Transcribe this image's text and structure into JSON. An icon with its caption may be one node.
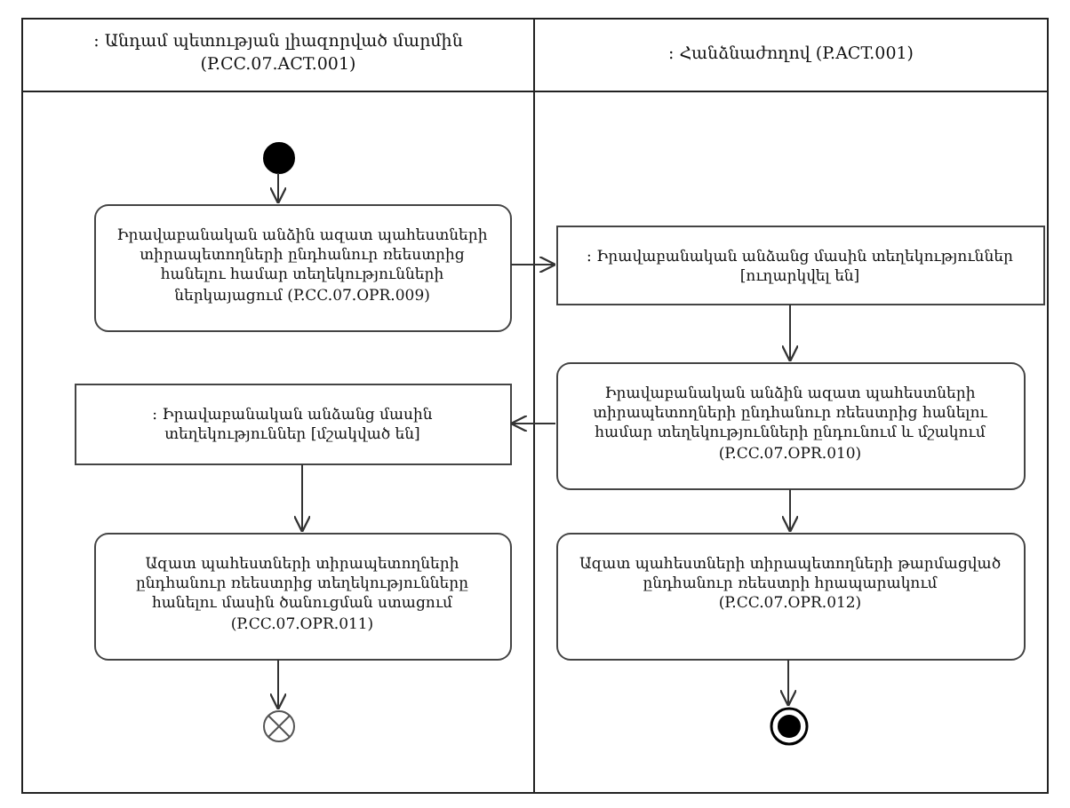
{
  "diagram": {
    "nodes": [
      {
        "text": [
          ": Անդամ պետության լիազորված մարմին (P.CC.07.ACT.001)"
        ]
      },
      {
        "text": [
          ": Հանձնաժողով (P.ACT.001)"
        ]
      },
      {
        "text": [],
        "shape": "circle",
        "in": 0
      },
      {
        "text": [
          "Իրավաբանական անձին ազատ պահեստների տիրապետողների ընդհանուր ռեեստրից հանելու համար տեղեկությունների ներկայացում (P.CC.07.OPR.009)"
        ],
        "in": 0
      },
      {
        "text": [
          ": Իրավաբանական անձանց մասին տեղեկություններ [ուղարկվել են]"
        ],
        "in": 1
      },
      {
        "text": [
          "Իրավաբանական անձին ազատ պահեստների տիրապետողների ընդհանուր ռեեստրից հանելու համար տեղեկությունների ընդունում և մշակում (P.CC.07.OPR.010)"
        ],
        "in": 1
      },
      {
        "text": [
          ": Իրավաբանական անձանց մասին տեղեկություններ [մշակված են]"
        ],
        "in": 0
      },
      {
        "text": [
          "Ազատ պահեստների տիրապետողների ընդհանուր ռեեստրից տեղեկությունները հանելու մասին ծանուցման ստացում (P.CC.07.OPR.011)"
        ],
        "in": 0
      },
      {
        "text": [
          "Ազատ պահեստների տիրապետողների թարմացված ընդհանուր ռեեստրի հրապարակում (P.CC.07.OPR.012)"
        ],
        "in": 1
      },
      {
        "text": [],
        "shape": "circle",
        "in": 0
      },
      {
        "text": [],
        "shape": "circle",
        "in": 1
      }
    ],
    "edges": [
      {
        "from": 2,
        "to": 3,
        "arrow": "to"
      },
      {
        "from": 3,
        "to": 4,
        "arrow": "to"
      },
      {
        "from": 4,
        "to": 5,
        "arrow": "to"
      },
      {
        "from": 5,
        "to": 6,
        "arrow": "to"
      },
      {
        "from": 6,
        "to": 7,
        "arrow": "to"
      },
      {
        "from": 5,
        "to": 8,
        "arrow": "to"
      },
      {
        "from": 7,
        "to": 9,
        "arrow": "to"
      },
      {
        "from": 8,
        "to": 10,
        "arrow": "to"
      }
    ]
  }
}
